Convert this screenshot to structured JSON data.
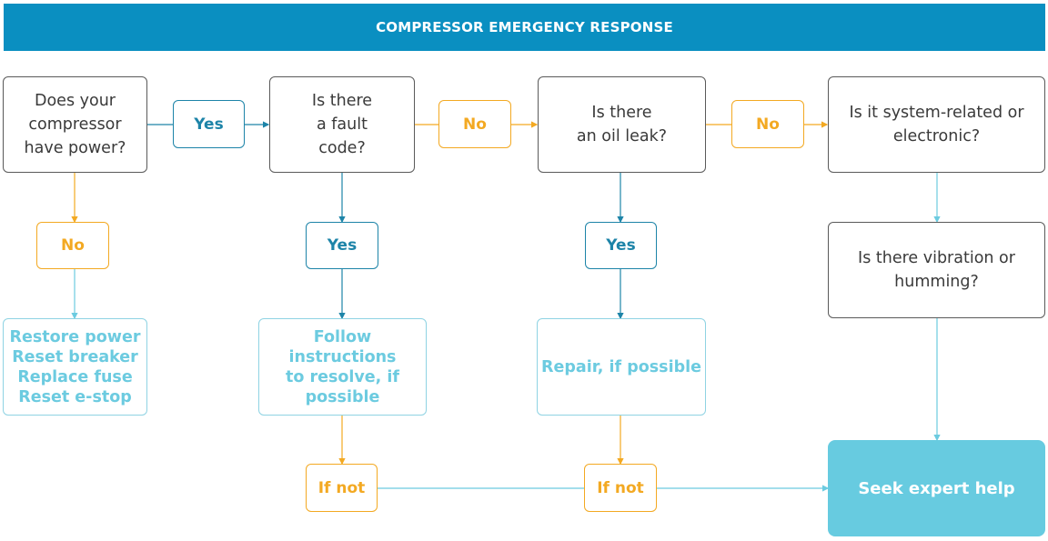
{
  "title": "COMPRESSOR EMERGENCY RESPONSE",
  "colors": {
    "banner": "#0a8fc1",
    "yes": "#1d84a8",
    "no": "#f3a922",
    "action": "#6ccbe0",
    "expert_fill": "#67cbe0",
    "question_border": "#5a5a5a"
  },
  "nodes": {
    "q_power": "Does your\ncompressor\nhave power?",
    "q_fault": "Is there\na fault\ncode?",
    "q_oil": "Is there\nan oil leak?",
    "q_system": "Is it system-related or\nelectronic?",
    "q_vibration": "Is there vibration or\nhumming?",
    "yes_1": "Yes",
    "no_1": "No",
    "no_2": "No",
    "no_power": "No",
    "yes_fault": "Yes",
    "yes_oil": "Yes",
    "act_power": "Restore power\nReset breaker\nReplace fuse\nReset e-stop",
    "act_fault": "Follow\ninstructions\nto resolve, if\npossible",
    "act_oil": "Repair, if possible",
    "ifnot_1": "If not",
    "ifnot_2": "If not",
    "expert": "Seek expert help"
  }
}
